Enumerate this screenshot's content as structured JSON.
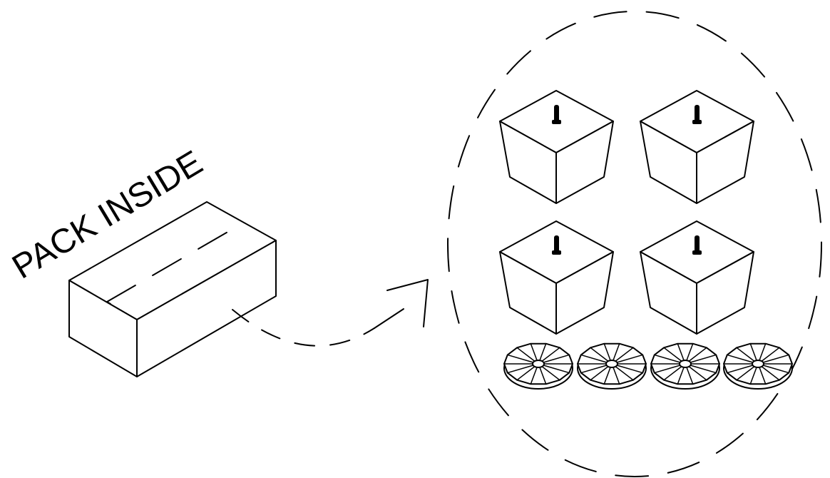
{
  "instruction_label": "PACK INSIDE",
  "items": {
    "legs": {
      "count": 4,
      "icon": "furniture-leg-icon"
    },
    "glides": {
      "count": 4,
      "icon": "glide-pad-icon"
    }
  }
}
